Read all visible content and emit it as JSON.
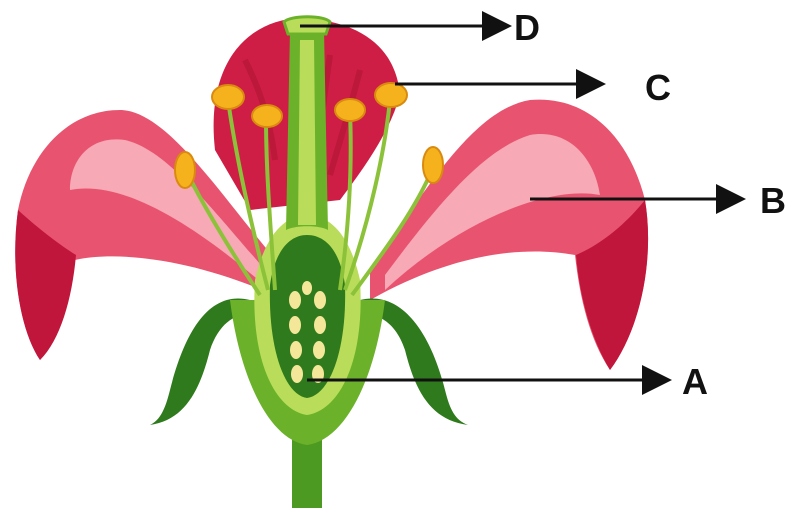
{
  "diagram": {
    "labels": [
      {
        "id": "D",
        "text": "D",
        "part": "stigma"
      },
      {
        "id": "C",
        "text": "C",
        "part": "anther"
      },
      {
        "id": "B",
        "text": "B",
        "part": "petal"
      },
      {
        "id": "A",
        "text": "A",
        "part": "ovule"
      }
    ],
    "colors": {
      "petal_dark": "#cf1e45",
      "petal_mid": "#e8546f",
      "petal_light": "#f7a9b5",
      "green_dark": "#2f7a1c",
      "green_mid": "#6bb22a",
      "green_light": "#b9dd5a",
      "anther": "#f5b21d",
      "ovule": "#f4e79a",
      "arrow": "#111111"
    }
  }
}
